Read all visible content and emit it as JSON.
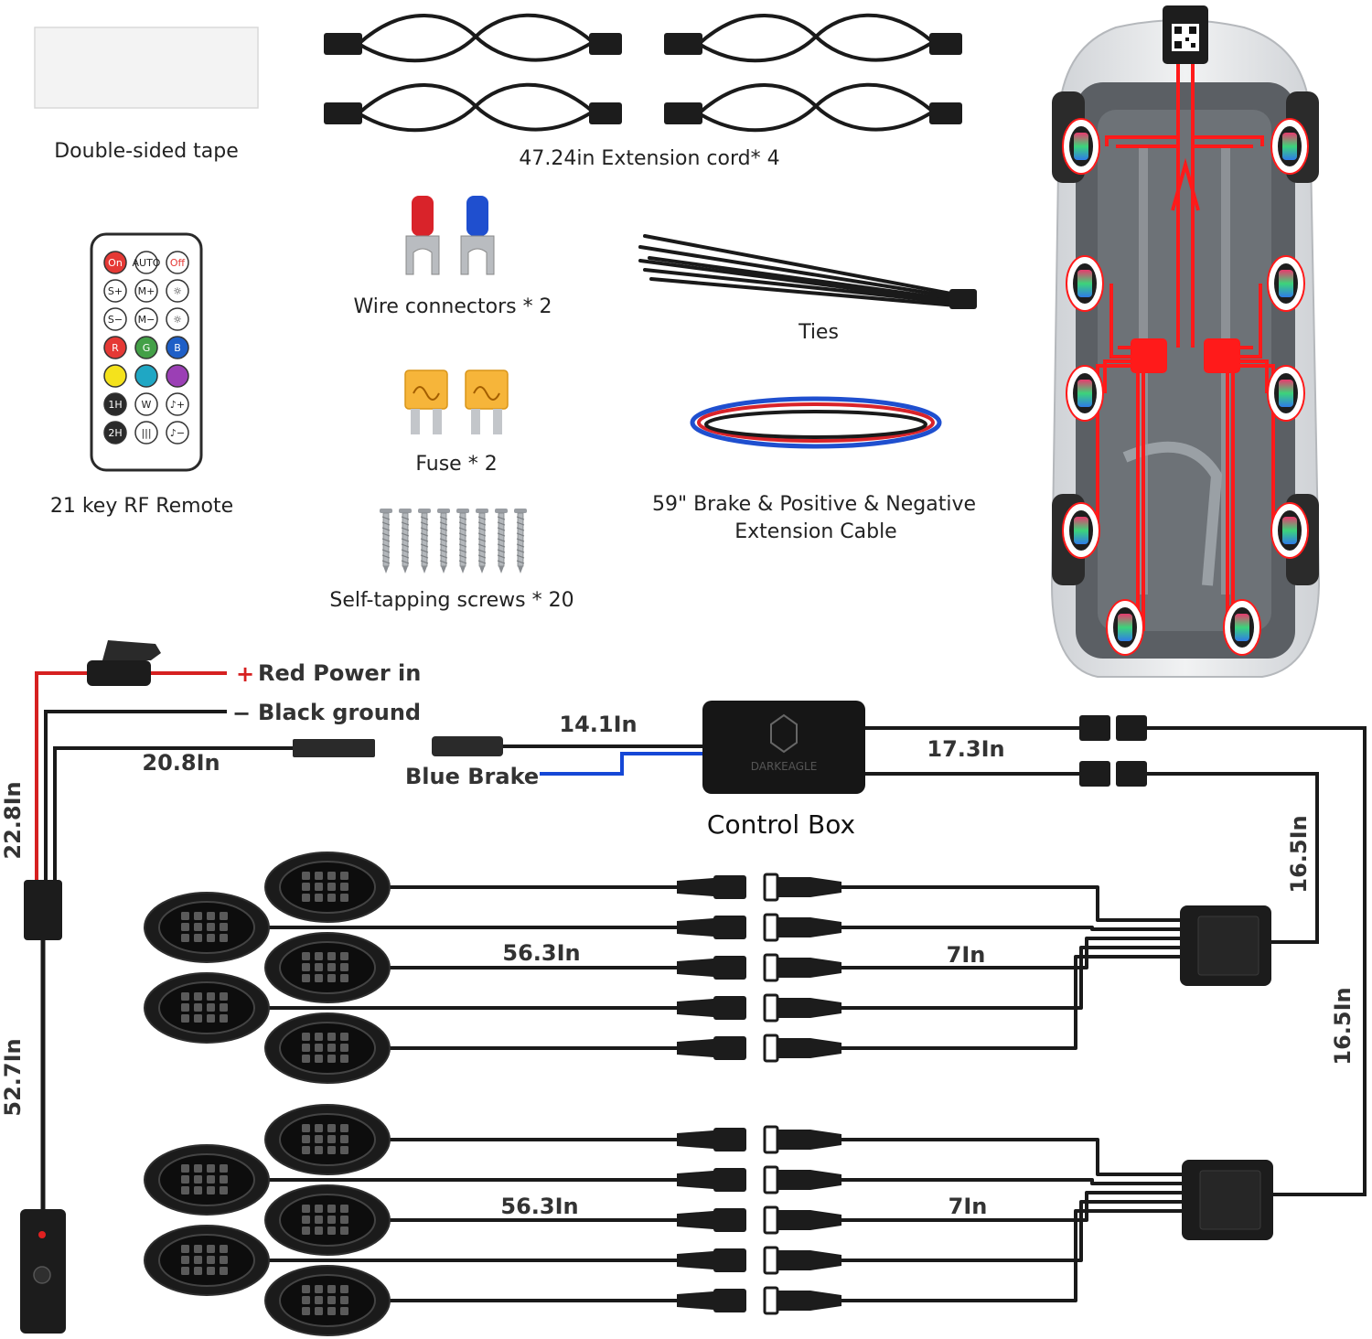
{
  "accessories": {
    "tape": "Double-sided tape",
    "extension_cord": "47.24in Extension cord* 4",
    "remote": "21 key RF Remote",
    "wire_connectors": "Wire connectors * 2",
    "ties": "Ties",
    "fuse": "Fuse * 2",
    "brake_cable_line1": "59\" Brake & Positive & Negative",
    "brake_cable_line2": "Extension Cable",
    "screws": "Self-tapping screws * 20"
  },
  "remote_keys": [
    "On",
    "AUTO",
    "Off",
    "S+",
    "M+",
    "☼",
    "S−",
    "M−",
    "☼",
    "R",
    "G",
    "B",
    "",
    "",
    "",
    "1H",
    "W",
    "♪+",
    "2H",
    "|||",
    "♪−"
  ],
  "remote_key_colors": {
    "R": "#e53935",
    "G": "#43a047",
    "B": "#1e5fc7",
    "yellow": "#f4e21c",
    "cyan": "#1fa7c4",
    "purple": "#9b3fb5"
  },
  "wiring": {
    "red_power": "Red Power in",
    "black_ground": "Black ground",
    "power_plus": "+",
    "ground_minus": "−",
    "blue_brake": "Blue Brake",
    "control_box": "Control Box",
    "brand": "DARKEAGLE",
    "len_power_lead": "22.8In",
    "len_switch_lead": "52.7In",
    "len_brake_plug": "20.8In",
    "len_brake_socket": "14.1In",
    "len_box_out": "17.3In",
    "len_hub_top": "16.5In",
    "len_hub_bottom": "16.5In",
    "len_pod_top": "56.3In",
    "len_pod_bottom": "56.3In",
    "len_hub_lead_top": "7In",
    "len_hub_lead_bottom": "7In"
  },
  "colors": {
    "power_wire": "#d62020",
    "brake_wire": "#1547d6",
    "harness_red": "#ff1a1a",
    "fuse_amber": "#f6b53a"
  }
}
